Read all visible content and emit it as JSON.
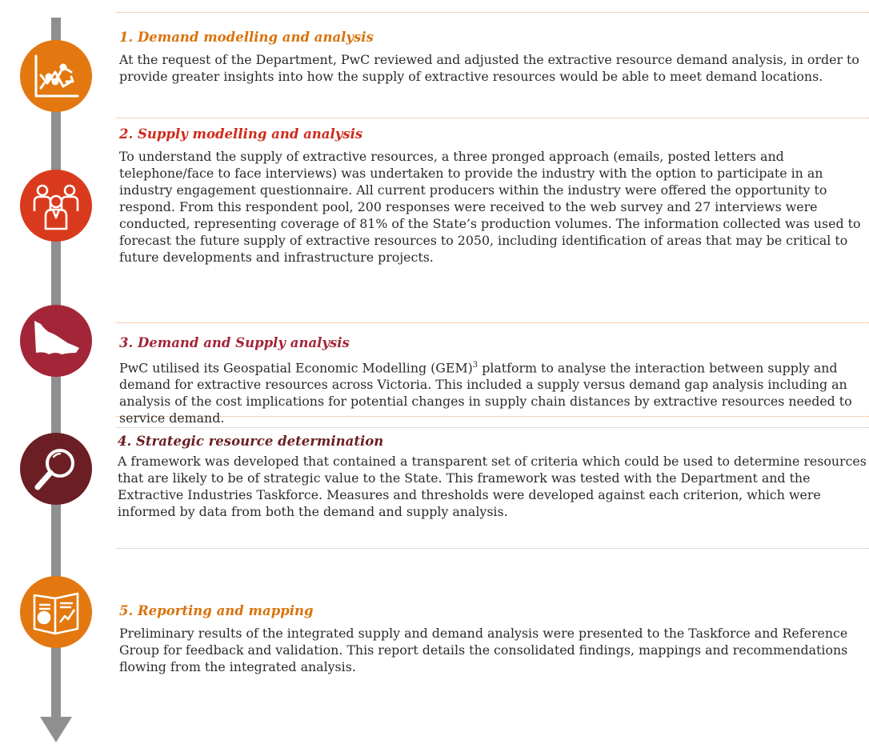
{
  "colors": {
    "orange": "#e2780f",
    "red": "#d93a1d",
    "crimson": "#a32638",
    "maroon": "#6b1f24",
    "timeline": "#8f8f8f",
    "heading_orange": "#d9730d",
    "heading_red": "#cf2a1a",
    "heading_crimson": "#a32638",
    "heading_maroon": "#6b1f24"
  },
  "sections": [
    {
      "icon": "line-chart-icon",
      "title": "1. Demand modelling and analysis",
      "body": "At the request of the Department, PwC reviewed and adjusted the extractive resource demand analysis, in order to provide greater insights into how the supply of extractive resources would be able to meet demand locations."
    },
    {
      "icon": "people-group-icon",
      "title": "2. Supply  modelling and analysis",
      "body": "To understand the supply of extractive resources,  a three pronged approach (emails, posted letters and telephone/face to face interviews) was undertaken to provide the industry with the option to participate in an industry engagement questionnaire. All current producers within the industry were offered the opportunity to respond. From this respondent pool, 200 responses were received to the web survey and 27 interviews were conducted, representing coverage of 81% of the State’s production volumes. The information collected was used to forecast the future supply of extractive resources to 2050, including identification of areas that may be critical to future developments and infrastructure projects."
    },
    {
      "icon": "victoria-map-icon",
      "title": "3. Demand and Supply analysis",
      "body_pre": "PwC utilised its Geospatial Economic Modelling (GEM)",
      "footnote": "3",
      "body_post": " platform to analyse the interaction between supply and demand for extractive resources across Victoria. This included a supply versus demand gap analysis including an analysis of the cost implications for potential changes in supply chain distances by extractive resources needed to service demand."
    },
    {
      "icon": "magnifier-icon",
      "title": "4. Strategic resource determination",
      "body": "A framework was developed that contained a transparent set of criteria which could be used to determine resources that are likely to be of strategic value to the State. This framework was tested with the Department and the Extractive Industries Taskforce. Measures and thresholds were developed against each criterion, which were informed by data from both the demand and supply analysis."
    },
    {
      "icon": "report-chart-icon",
      "title": "5. Reporting and mapping",
      "body": "Preliminary  results of the  integrated supply and demand analysis were presented to the Taskforce and Reference Group for feedback and validation. This report details the consolidated findings, mappings and recommendations flowing from the integrated analysis."
    }
  ]
}
